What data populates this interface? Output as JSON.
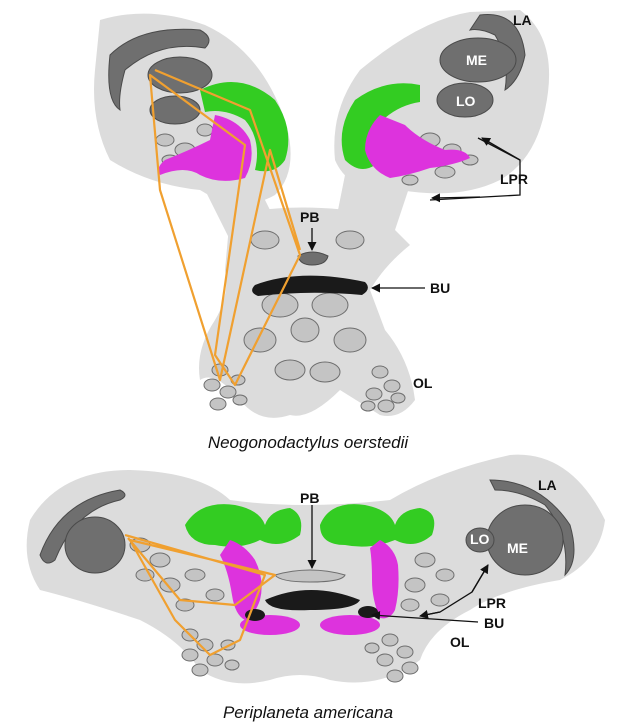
{
  "top_panel": {
    "caption": "Neogonodactylus oerstedii",
    "labels": {
      "la": "LA",
      "me": "ME",
      "lo": "LO",
      "lpr": "LPR",
      "pb": "PB",
      "bu": "BU",
      "ol": "OL"
    }
  },
  "bottom_panel": {
    "caption": "Periplaneta americana",
    "labels": {
      "la": "LA",
      "me": "ME",
      "lo": "LO",
      "lpr": "LPR",
      "pb": "PB",
      "bu": "BU",
      "ol": "OL"
    }
  },
  "colors": {
    "silhouette": "#dcdcdc",
    "neuropil": "#c4c4c4",
    "optic_neuropil": "#6f6f6f",
    "central_body": "#1a1a1a",
    "green_region": "#33cc22",
    "magenta_region": "#dd33dd",
    "orange_outline": "#f0a030"
  }
}
